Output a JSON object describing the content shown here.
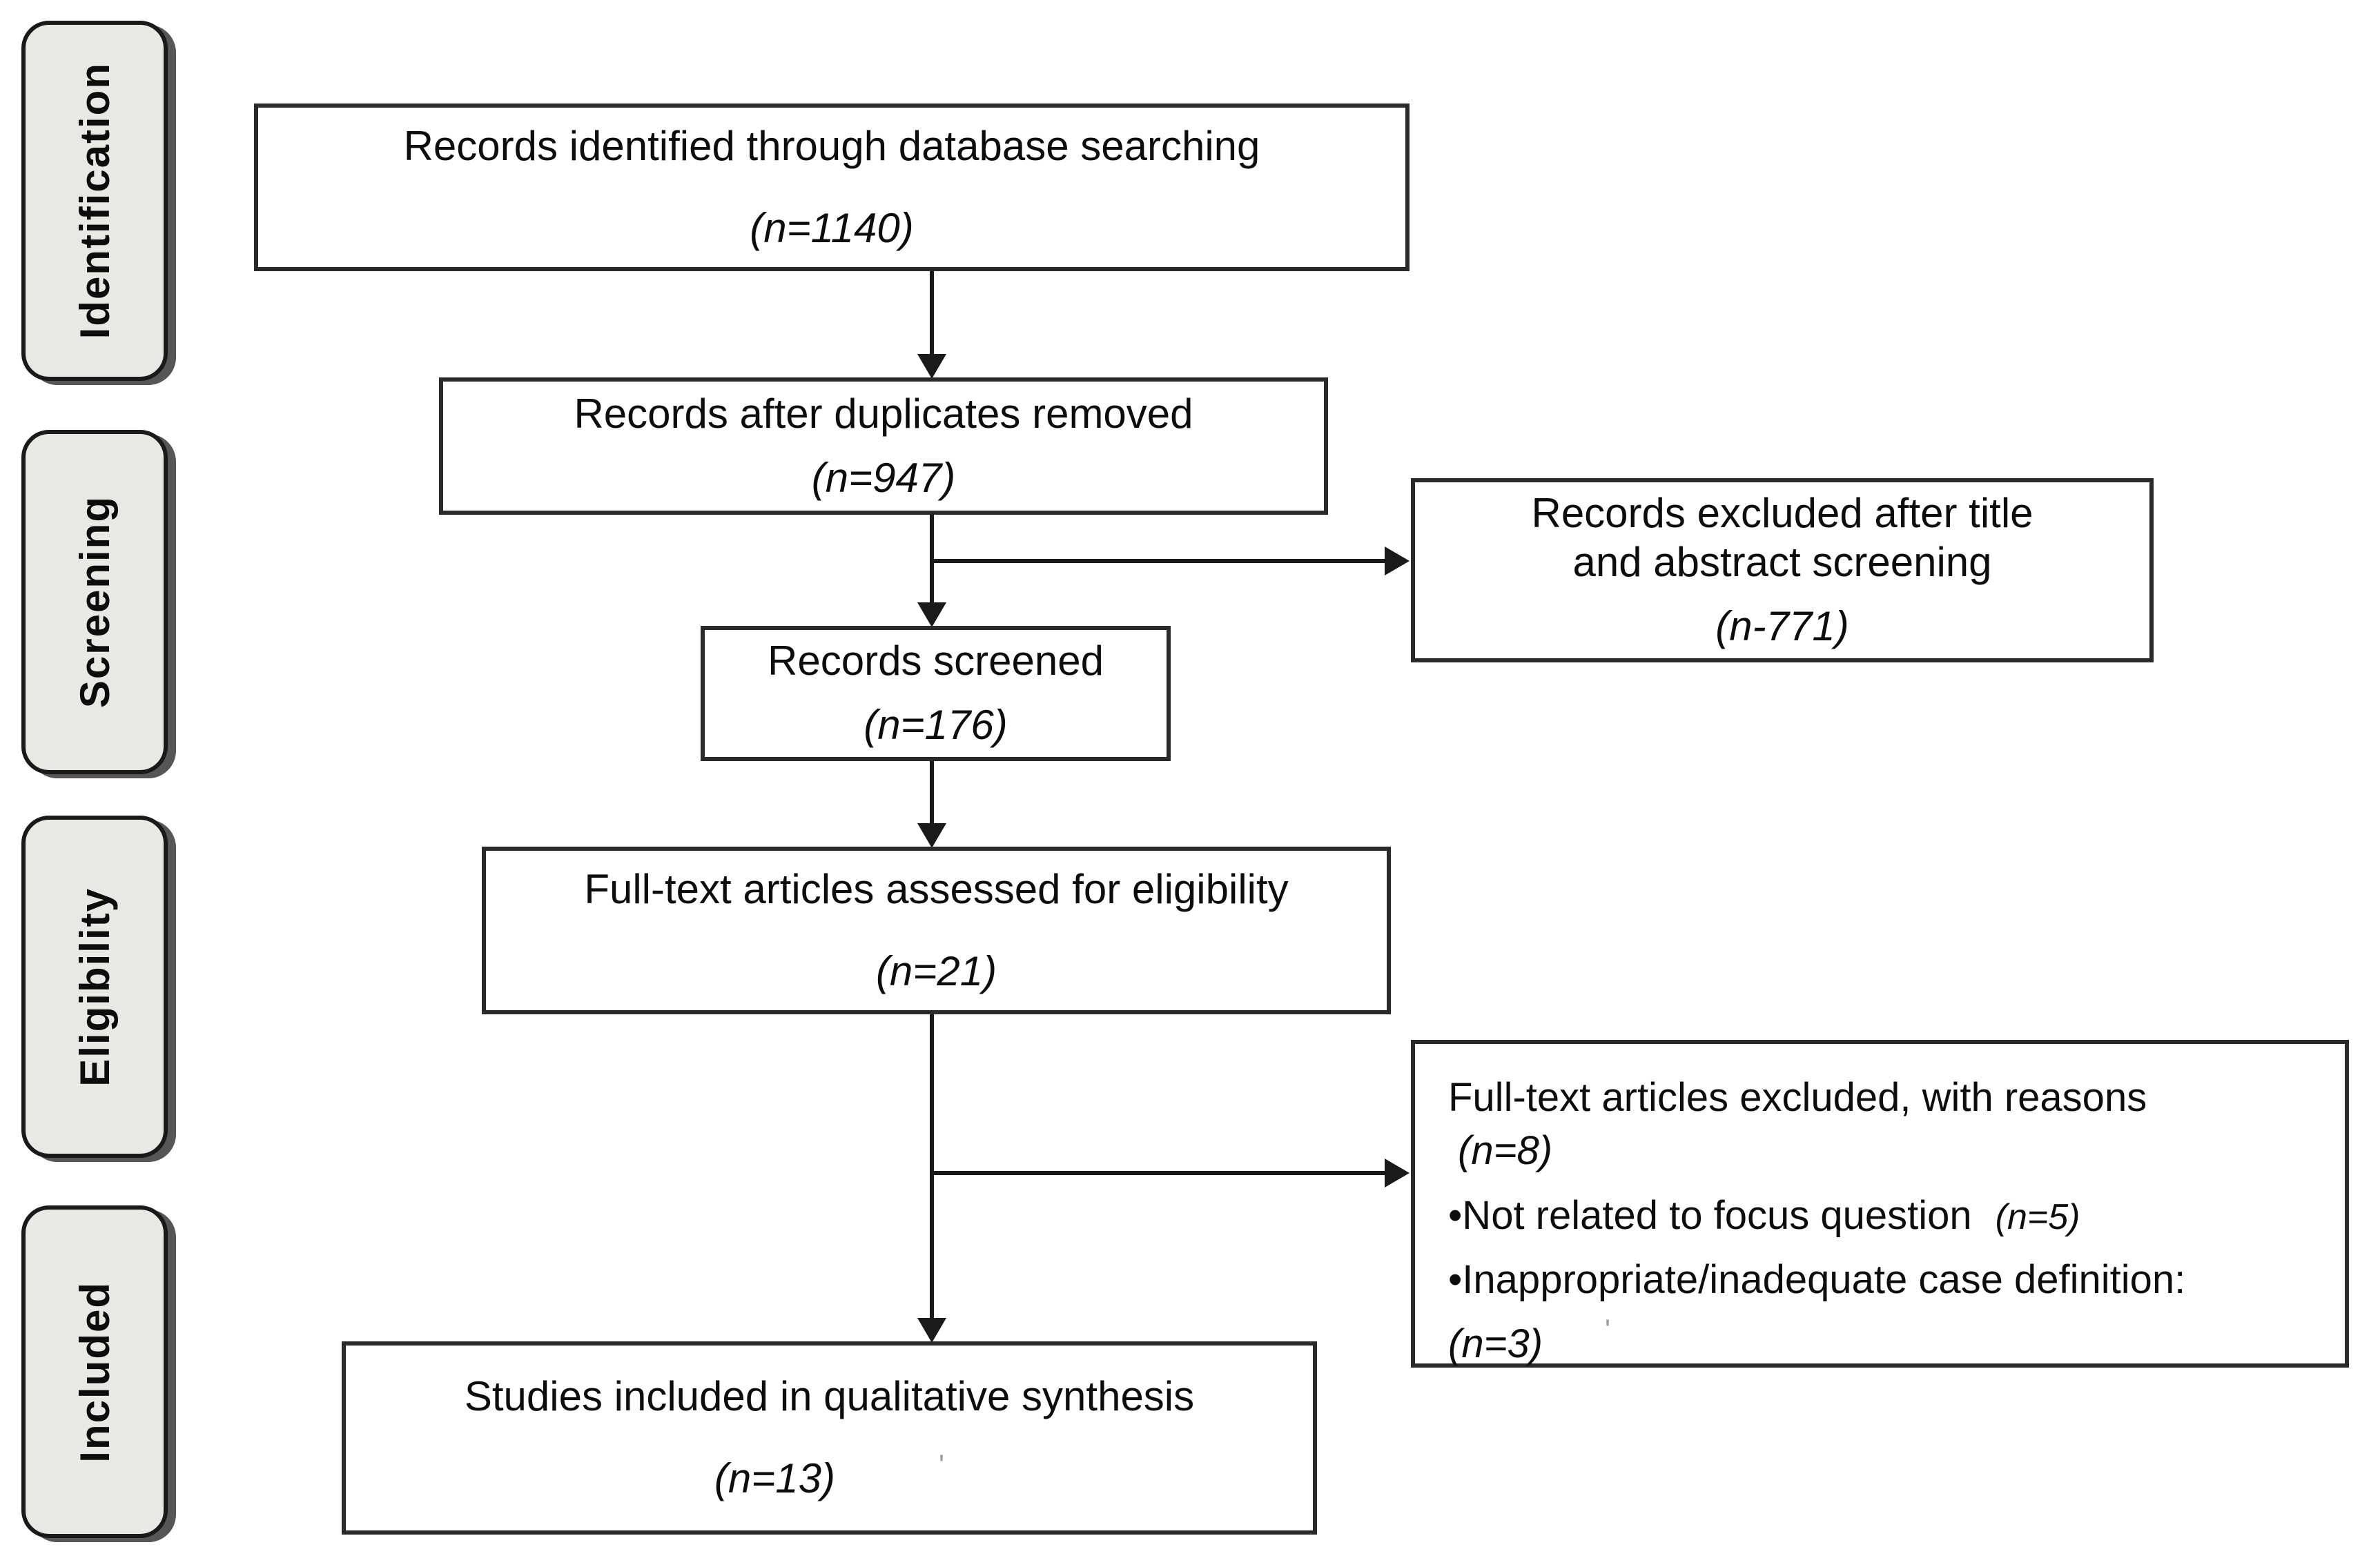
{
  "flow": {
    "side_labels": {
      "identification": "Identification",
      "screening": "Screening",
      "eligibility": "Eligibility",
      "included": "Included"
    },
    "boxes": {
      "identified": {
        "text": "Records identified through database searching",
        "count": "(n=1140)"
      },
      "duplicates": {
        "text": "Records after duplicates removed",
        "count": "(n=947)"
      },
      "excluded_title_abstract": {
        "line1": "Records excluded after title",
        "line2": "and abstract screening",
        "count": "(n-771)"
      },
      "screened": {
        "text": "Records screened",
        "count": "(n=176)"
      },
      "fulltext_assessed": {
        "text": "Full-text articles assessed for eligibility",
        "count": "(n=21)"
      },
      "fulltext_excluded": {
        "title": "Full-text articles excluded, with reasons",
        "count": "(n=8)",
        "reason1": "•Not related to focus question",
        "reason1_count": "(n=5)",
        "reason2": "•Inappropriate/inadequate case definition:",
        "reason2_count": "(n=3)",
        "stray_mark": "'"
      },
      "qualitative_included": {
        "text": "Studies included in qualitative synthesis",
        "count": "(n=13)",
        "stray_mark": "'"
      }
    },
    "colors": {
      "box_border": "#2a2a2a",
      "stage_fill": "#e8e8e5",
      "stage_border": "#1a1a1a",
      "line": "#1a1a1a",
      "text": "#0d0d0d"
    }
  }
}
